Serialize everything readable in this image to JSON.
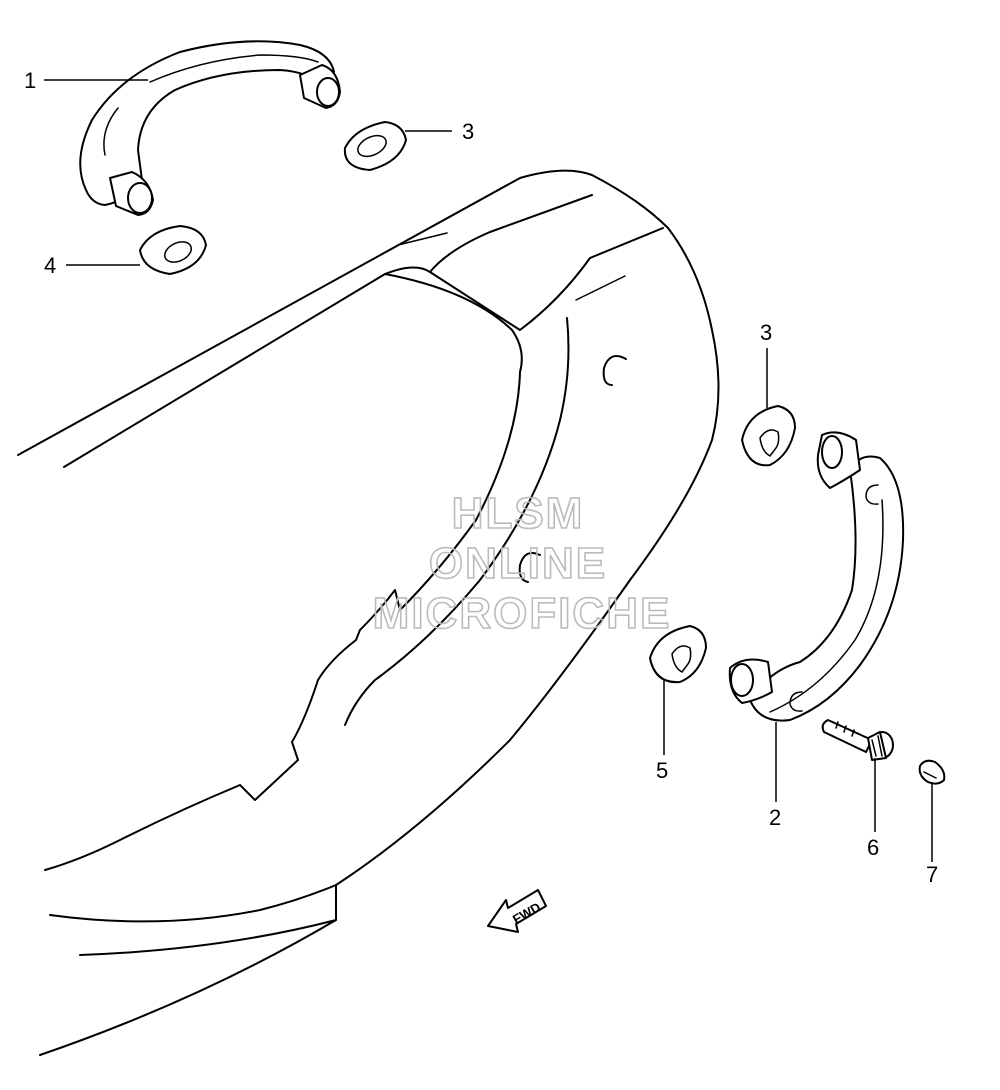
{
  "diagram": {
    "callouts": [
      {
        "id": "c1",
        "label": "1"
      },
      {
        "id": "c3a",
        "label": "3"
      },
      {
        "id": "c4",
        "label": "4"
      },
      {
        "id": "c3b",
        "label": "3"
      },
      {
        "id": "c5",
        "label": "5"
      },
      {
        "id": "c2",
        "label": "2"
      },
      {
        "id": "c6",
        "label": "6"
      },
      {
        "id": "c7",
        "label": "7"
      }
    ],
    "watermark": {
      "line1": "HLSM",
      "line2": "ONLINE",
      "line3": "MICROFICHE",
      "color": "#bbbbbb"
    },
    "direction_arrow": {
      "label": "FWD",
      "icon": "forward-arrow-icon"
    },
    "line_color": "#000000",
    "background": "#ffffff"
  }
}
